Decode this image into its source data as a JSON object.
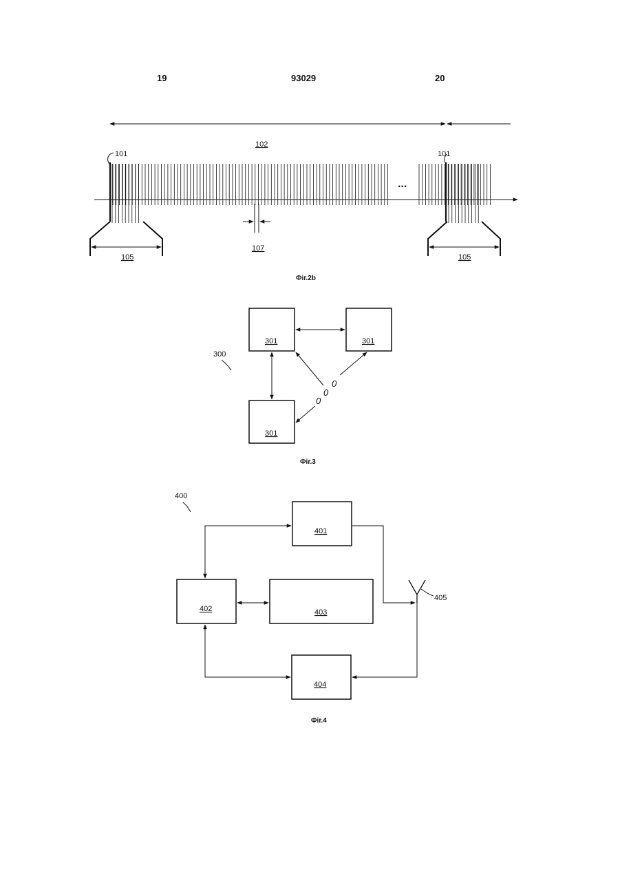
{
  "header": {
    "left_page": "19",
    "center_number": "93029",
    "right_page": "20"
  },
  "fig2b": {
    "caption": "Фіг.2b",
    "label_101_left": "101",
    "label_101_right": "101",
    "label_102": "102",
    "label_105_left": "105",
    "label_105_right": "105",
    "label_107": "107",
    "ellipsis": "..."
  },
  "fig3": {
    "caption": "Фіг.3",
    "ref": "300",
    "node_labels": [
      "301",
      "301",
      "301"
    ],
    "ellipsis_marks": [
      "0",
      "0",
      "0"
    ]
  },
  "fig4": {
    "caption": "Фіг.4",
    "ref": "400",
    "block_401": "401",
    "block_402": "402",
    "block_403": "403",
    "block_404": "404",
    "antenna_label": "405"
  }
}
